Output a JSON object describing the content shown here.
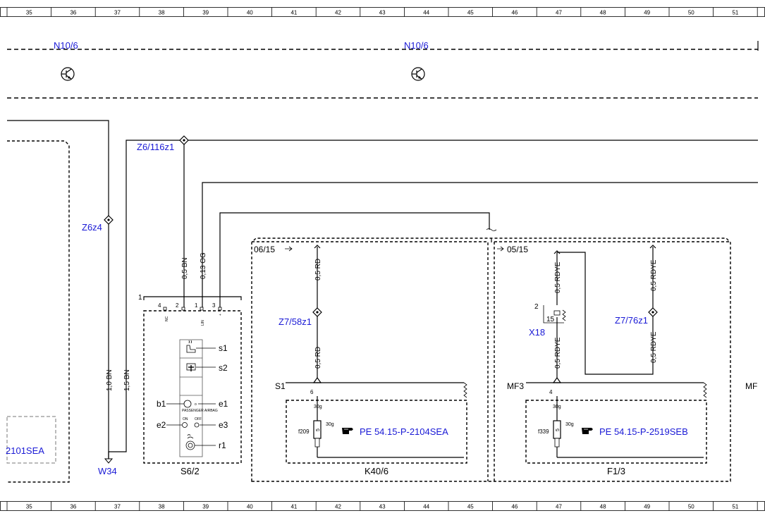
{
  "ruler": [
    "35",
    "36",
    "37",
    "38",
    "39",
    "40",
    "41",
    "42",
    "43",
    "44",
    "45",
    "46",
    "47",
    "48",
    "49",
    "50",
    "51"
  ],
  "labels": {
    "n10_6_left": "N10/6",
    "n10_6_mid": "N10/6",
    "z6_116z1": "Z6/116z1",
    "z6z4": "Z6z4",
    "ref_left": "2101SEA",
    "w34": "W34",
    "z7_58z1": "Z7/58z1",
    "z7_76z1": "Z7/76z1",
    "x18": "X18",
    "pe_2104": "PE 54.15-P-2104SEA",
    "pe_2519": "PE 54.15-P-2519SEB",
    "edge_right": "MF"
  },
  "wires": {
    "bn_05": "0,5 BN",
    "og_013": "0,13 OG",
    "bn_10": "1,0 BN",
    "bn_15": "1,5 BN",
    "rd_top": "0,5 RD",
    "rd_bot": "0,5 RD",
    "rdye_a": "0,5 RDYE",
    "rdye_b": "0,5 RDYE",
    "rdye_c": "0,5 RDYE",
    "rdye_d": "0,5 RDYE"
  },
  "s6_2": {
    "name": "S6/2",
    "conn_num": "1",
    "pins": [
      "4",
      "2",
      "1",
      "3"
    ],
    "pin_tags": [
      "NC",
      "",
      "LIN",
      "+"
    ],
    "switches": [
      "s1",
      "s2"
    ],
    "b1": "b1",
    "e1": "e1",
    "e2": "e2",
    "e3": "e3",
    "r1": "r1",
    "indicator_text": "PASSENGER AIRBAG",
    "on_text": "ON",
    "off_text": "OFF"
  },
  "k40_6": {
    "name": "K40/6",
    "ref": "06/15",
    "conn": "S1",
    "pin": "6",
    "term_top": "30g",
    "term_side": "30g",
    "fuse": "f209",
    "fuse_value": "5"
  },
  "f1_3": {
    "name": "F1/3",
    "ref": "05/15",
    "conn": "MF3",
    "pin": "4",
    "term_top": "30g",
    "term_side": "30g",
    "fuse": "f339",
    "fuse_value": "5"
  },
  "x18_block": {
    "num": "2",
    "pin": "15"
  }
}
